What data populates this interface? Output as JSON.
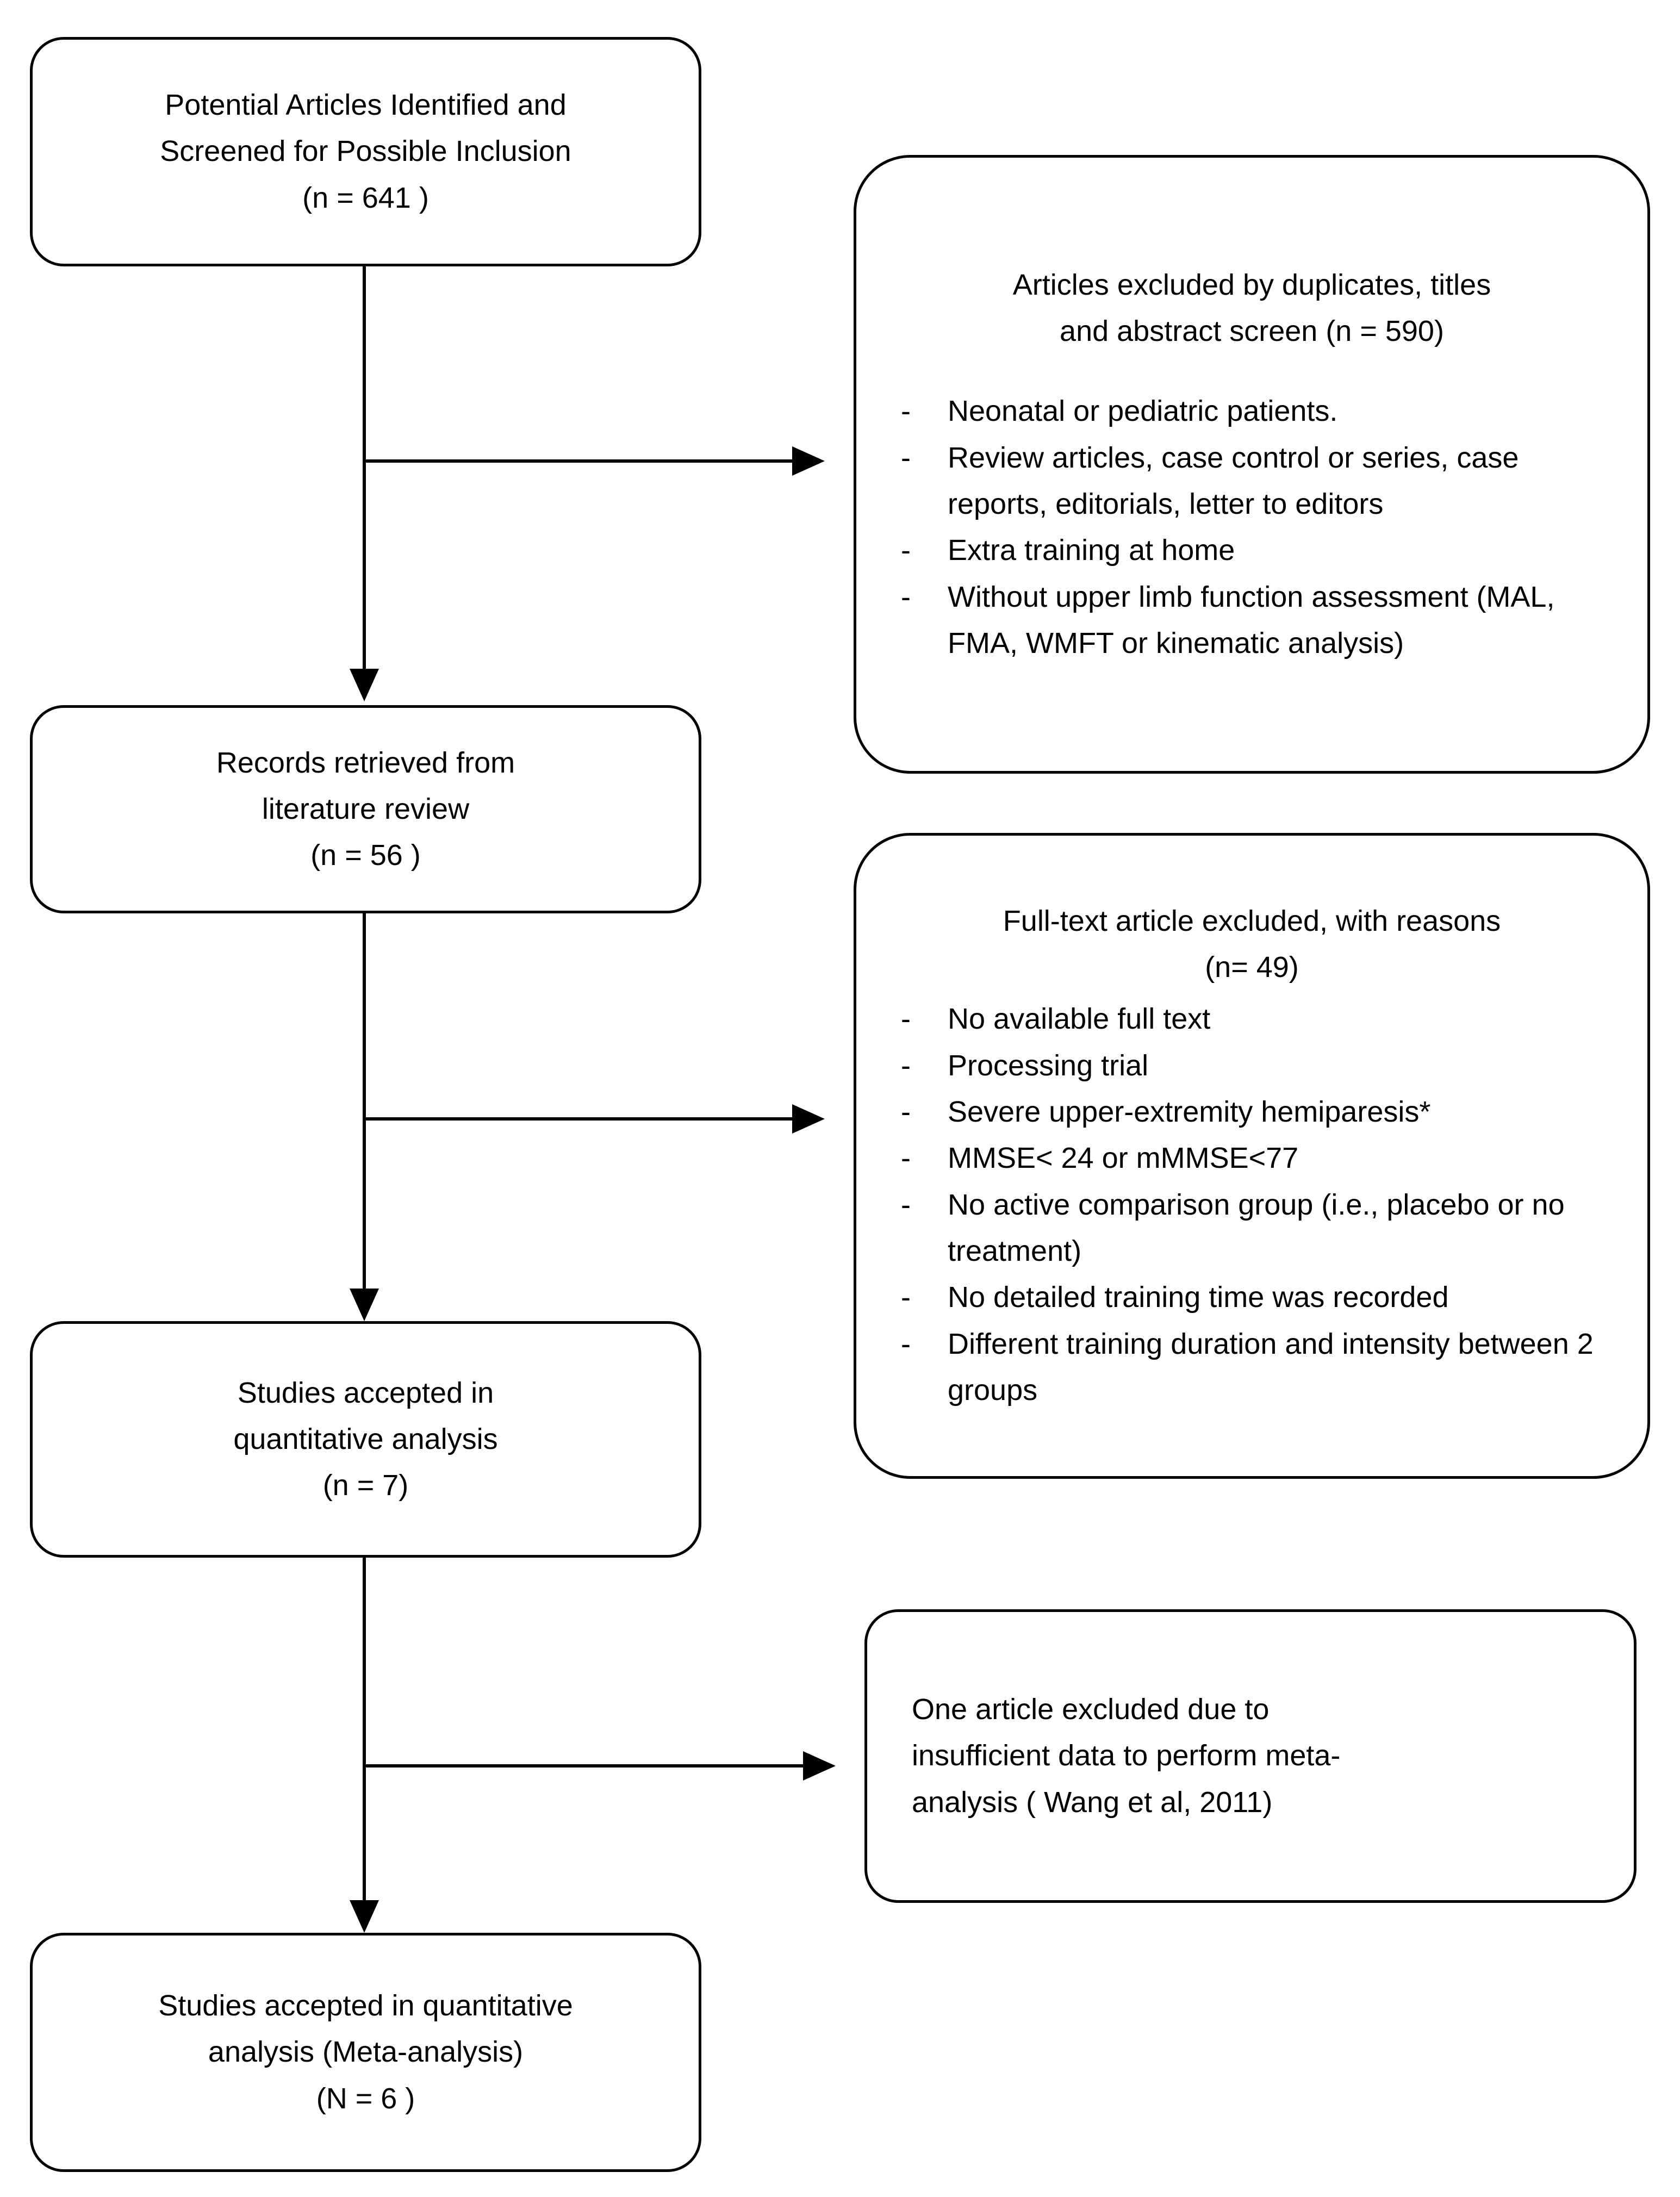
{
  "diagram": {
    "title": "PRISMA study selection flow diagram",
    "stroke_color": "#000000",
    "background_color": "#ffffff"
  },
  "flow_boxes": [
    {
      "id": "identified",
      "line1": "Potential Articles Identified and",
      "line2": "Screened for Possible Inclusion",
      "line3": "(n = 641 )"
    },
    {
      "id": "retrieved",
      "line1": "Records retrieved from",
      "line2": "literature review",
      "line3": "(n = 56 )"
    },
    {
      "id": "accepted-quantitative",
      "line1": "Studies accepted in",
      "line2": "quantitative analysis",
      "line3": "(n = 7)"
    },
    {
      "id": "accepted-meta",
      "line1": "Studies accepted in quantitative",
      "line2": "analysis  (Meta-analysis)",
      "line3": "(N = 6 )"
    }
  ],
  "exclusion_boxes": [
    {
      "id": "excluded-screening",
      "heading_line1": "Articles excluded by duplicates, titles",
      "heading_line2": "and abstract screen (n =  590)",
      "bullet_marker": "-",
      "reasons": [
        "Neonatal or pediatric patients.",
        "Review articles, case control or series, case reports,  editorials, letter to editors",
        "Extra training at home",
        "Without upper limb function assessment (MAL, FMA,  WMFT or kinematic analysis)"
      ]
    },
    {
      "id": "excluded-fulltext",
      "heading_line1": "Full-text article excluded, with reasons",
      "heading_line2": "(n= 49)",
      "bullet_marker": "-",
      "reasons": [
        "No available full text",
        "Processing trial",
        "Severe upper-extremity hemiparesis*",
        "MMSE< 24 or mMMSE<77",
        "No active comparison group (i.e., placebo or no treatment)",
        "No detailed training time was recorded",
        "Different training duration and intensity between 2 groups"
      ]
    },
    {
      "id": "excluded-insufficient-data",
      "line1": "One article excluded due to",
      "line2": "insufficient data to perform meta-",
      "line3": "analysis ( Wang et al, 2011)"
    }
  ]
}
